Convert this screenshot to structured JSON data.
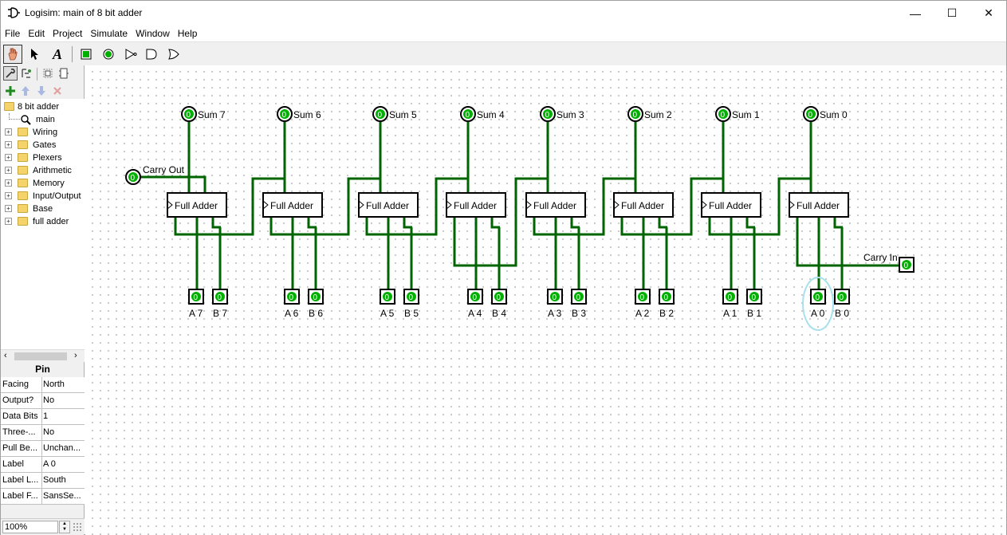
{
  "window": {
    "title": "Logisim: main of 8 bit adder",
    "minimize": "—",
    "maximize": "☐",
    "close": "✕"
  },
  "menu": [
    "File",
    "Edit",
    "Project",
    "Simulate",
    "Window",
    "Help"
  ],
  "toolbar": {
    "tools": [
      "poke-tool",
      "select-tool",
      "text-tool",
      "input-pin",
      "output-pin",
      "not-gate",
      "and-gate",
      "or-gate"
    ]
  },
  "explorer": {
    "project": "8 bit adder",
    "circuit": "main",
    "libraries": [
      "Wiring",
      "Gates",
      "Plexers",
      "Arithmetic",
      "Memory",
      "Input/Output",
      "Base",
      "full adder"
    ]
  },
  "properties": {
    "title": "Pin",
    "rows": [
      {
        "key": "Facing",
        "value": "North"
      },
      {
        "key": "Output?",
        "value": "No"
      },
      {
        "key": "Data Bits",
        "value": "1"
      },
      {
        "key": "Three-...",
        "value": "No"
      },
      {
        "key": "Pull Be...",
        "value": "Unchan..."
      },
      {
        "key": "Label",
        "value": "A 0"
      },
      {
        "key": "Label L...",
        "value": "South"
      },
      {
        "key": "Label F...",
        "value": "SansSe..."
      }
    ]
  },
  "zoom": "100%",
  "circuit": {
    "adder_label": "Full Adder",
    "pin_value": "0",
    "sum_labels": [
      "Sum 7",
      "Sum 6",
      "Sum 5",
      "Sum 4",
      "Sum 3",
      "Sum 2",
      "Sum 1",
      "Sum 0"
    ],
    "a_labels": [
      "A 7",
      "A 6",
      "A 5",
      "A 4",
      "A 3",
      "A 2",
      "A 1",
      "A 0"
    ],
    "b_labels": [
      "B 7",
      "B 6",
      "B 5",
      "B 4",
      "B 3",
      "B 2",
      "B 1",
      "B 0"
    ],
    "carry_out_label": "Carry Out",
    "carry_in_label": "Carry In",
    "wire_color": "#006400",
    "selection_color": "#a8e0ee"
  }
}
